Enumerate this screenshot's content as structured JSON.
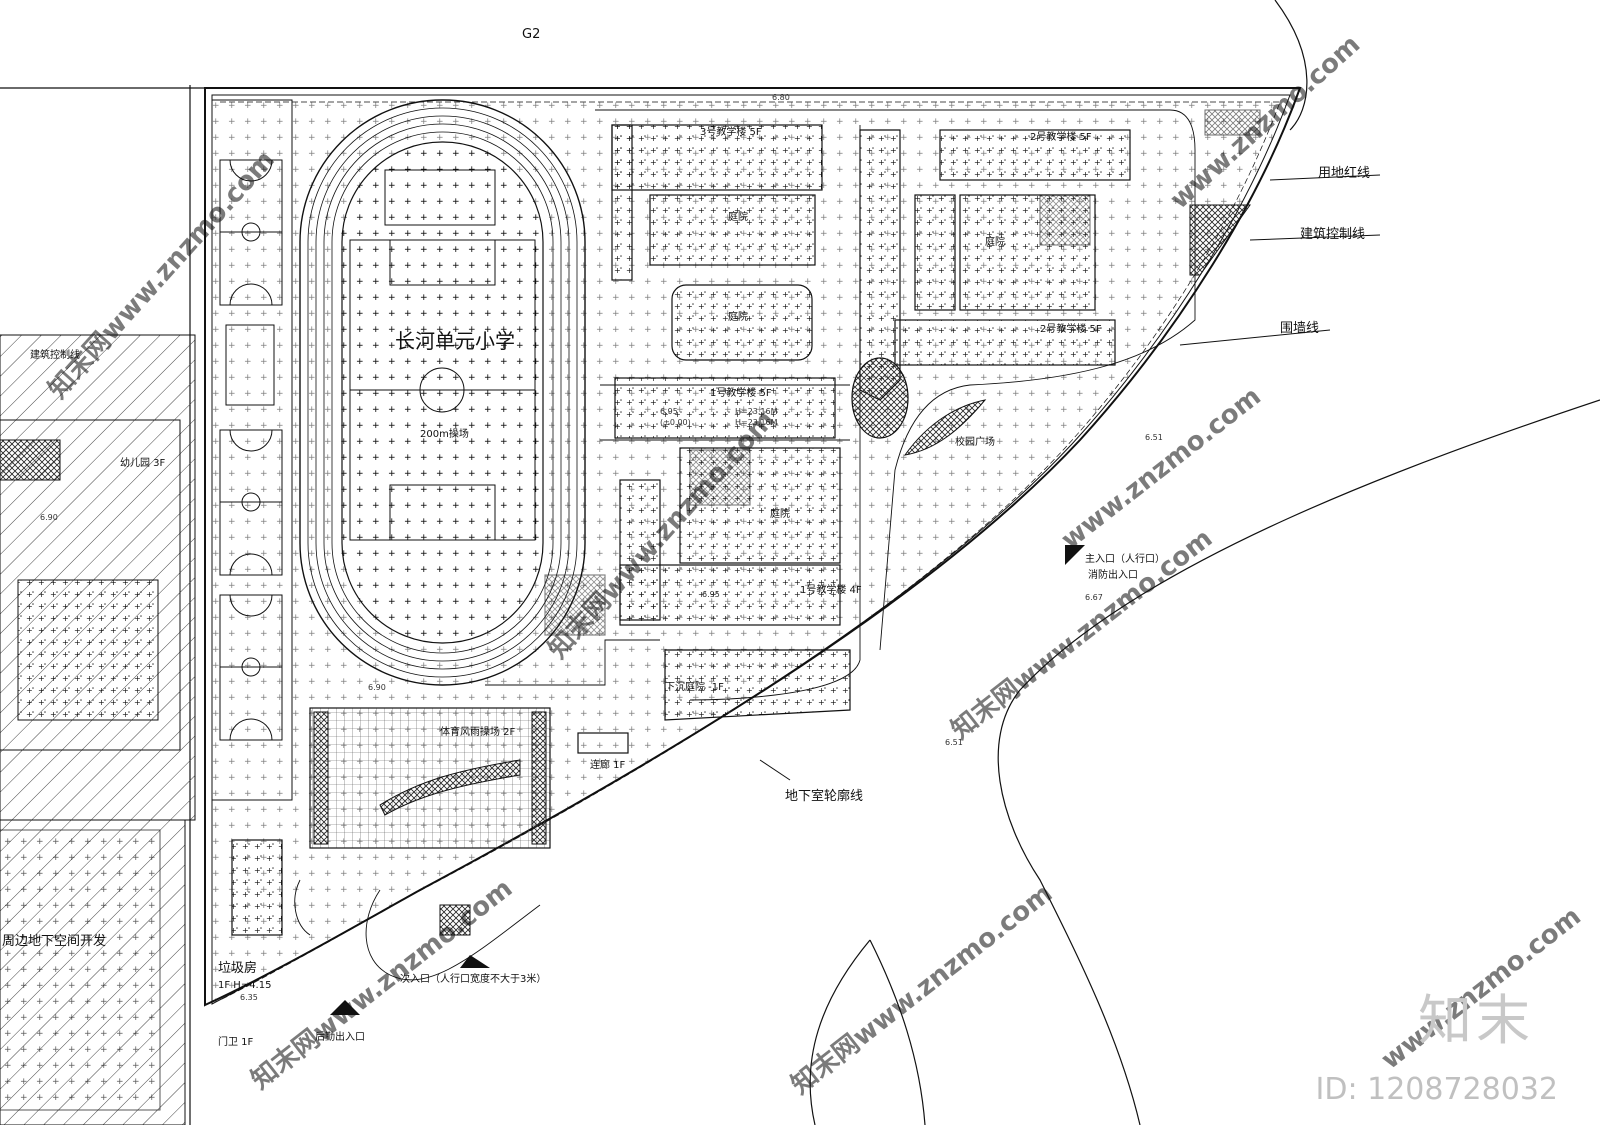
{
  "road_label": "G2",
  "school_name": "长河单元小学",
  "field_label": "200m操场",
  "line_labels": {
    "land_red_line": "用地红线",
    "building_control_line": "建筑控制线",
    "building_control_line_left": "建筑控制线",
    "wall_line": "围墙线",
    "basement_outline": "地下室轮廓线"
  },
  "buildings": {
    "teaching_3": "3号教学楼 5F",
    "teaching_2a": "2号教学楼 5F",
    "teaching_2b": "2号教学楼 5F",
    "teaching_1": "1号教学楼 5F",
    "teaching_1b": "1号教学楼 4F",
    "kindergarten": "幼儿园 3F",
    "gym": "体育风雨操场 2F",
    "corridor": "连廊 1F",
    "sunken_court": "下沉庭院 -1F",
    "garbage_room": "垃圾房",
    "garbage_room_height": "1F  H=4.15",
    "guard": "门卫 1F",
    "courtyard_a": "庭院",
    "courtyard_b": "庭院",
    "courtyard_c": "庭院",
    "courtyard_d": "庭院",
    "elevation_a": "6.95",
    "elevation_b": "(±0.00)",
    "height_a": "H=23.16M",
    "height_b": "H=23.16M"
  },
  "entrances": {
    "main": "主入口（人行口）",
    "fire": "消防出入口",
    "secondary": "次入口（人行口宽度不大于3米）",
    "service": "后勤出入口",
    "school_gate": "校园广场"
  },
  "adjacent": {
    "surrounding": "周边地下空间开发"
  },
  "spot_elevations": [
    "6.80",
    "6.90",
    "6.51",
    "6.67",
    "6.51",
    "6.35",
    "6.90",
    "6.95"
  ],
  "watermarks": [
    "知末网www.znzmo.com",
    "知末网www.znzmo.com",
    "知末网www.znzmo.com",
    "www.znzmo.com",
    "www.znzmo.com",
    "知末网www.znzmo.com",
    "知末网www.znzmo.com",
    "www.znzmo.com"
  ],
  "brand": "知末",
  "image_id": "ID: 1208728032",
  "colors": {
    "line": "#111111",
    "hatch": "#333333",
    "watermark": "#c9c9c9"
  }
}
